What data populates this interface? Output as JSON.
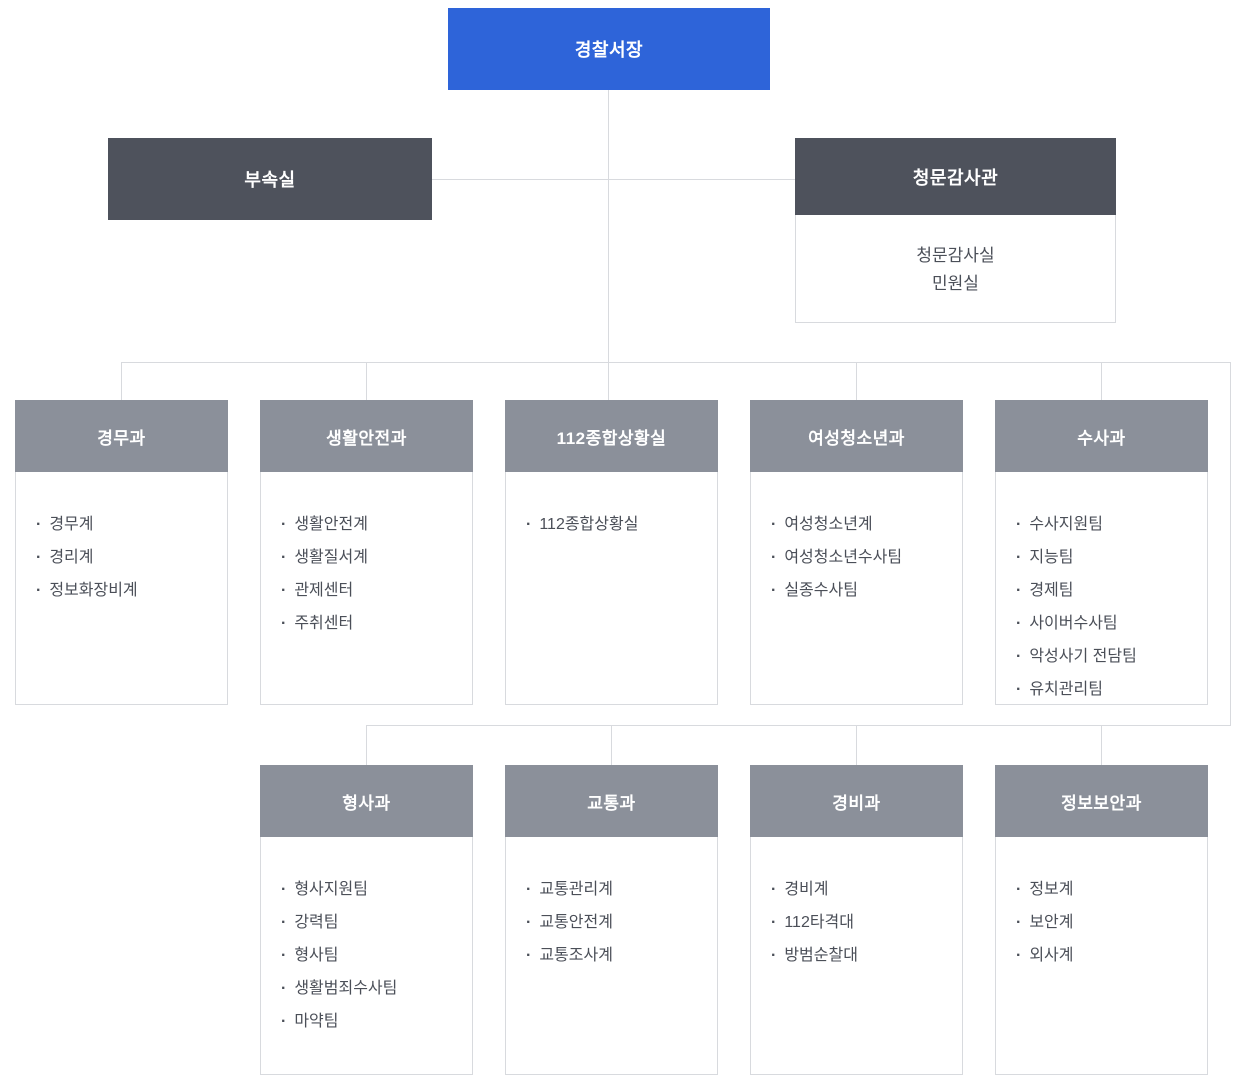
{
  "colors": {
    "primary_blue": "#2e64d9",
    "dark_slate": "#4e525c",
    "header_gray": "#8b909a",
    "line_gray": "#d8dade",
    "text_gray": "#4b4f58"
  },
  "org_chart": {
    "root": {
      "label": "경찰서장"
    },
    "staff": [
      {
        "label": "부속실",
        "children": []
      },
      {
        "label": "청문감사관",
        "children": [
          "청문감사실",
          "민원실"
        ]
      }
    ],
    "row1": [
      {
        "label": "경무과",
        "children": [
          "경무계",
          "경리계",
          "정보화장비계"
        ]
      },
      {
        "label": "생활안전과",
        "children": [
          "생활안전계",
          "생활질서계",
          "관제센터",
          "주취센터"
        ]
      },
      {
        "label": "112종합상황실",
        "children": [
          "112종합상황실"
        ]
      },
      {
        "label": "여성청소년과",
        "children": [
          "여성청소년계",
          "여성청소년수사팀",
          "실종수사팀"
        ]
      },
      {
        "label": "수사과",
        "children": [
          "수사지원팀",
          "지능팀",
          "경제팀",
          "사이버수사팀",
          "악성사기 전담팀",
          "유치관리팀"
        ]
      }
    ],
    "row2": [
      {
        "label": "형사과",
        "children": [
          "형사지원팀",
          "강력팀",
          "형사팀",
          "생활범죄수사팀",
          "마약팀"
        ]
      },
      {
        "label": "교통과",
        "children": [
          "교통관리계",
          "교통안전계",
          "교통조사계"
        ]
      },
      {
        "label": "경비과",
        "children": [
          "경비계",
          "112타격대",
          "방범순찰대"
        ]
      },
      {
        "label": "정보보안과",
        "children": [
          "정보계",
          "보안계",
          "외사계"
        ]
      }
    ]
  }
}
